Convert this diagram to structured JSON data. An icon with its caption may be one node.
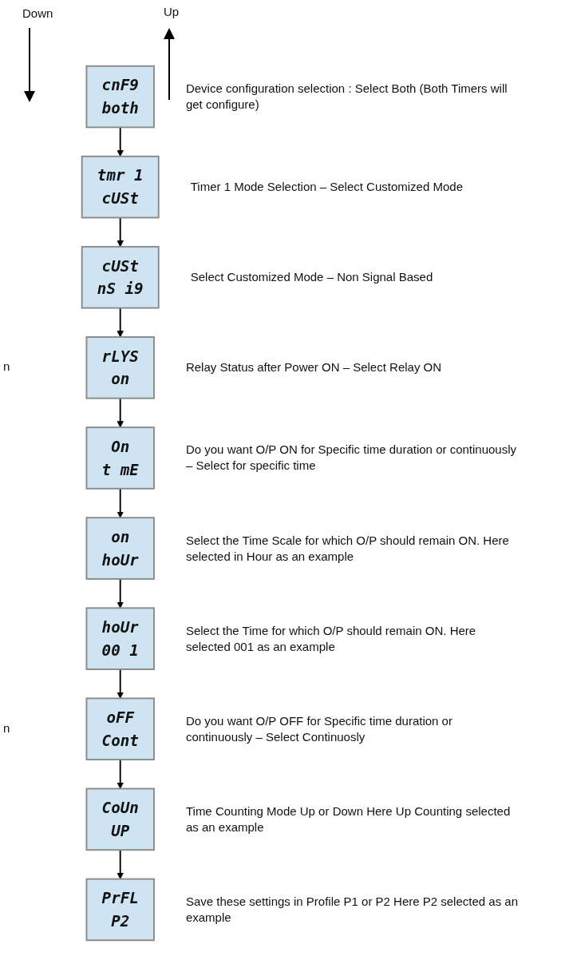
{
  "diagram": {
    "nodes": [
      {
        "text": [
          "cnF9",
          "both"
        ],
        "beside": [
          "Device configuration selection : Select Both (Both Timers will get configure)"
        ]
      },
      {
        "text": [
          "tmr 1",
          "cUSt"
        ],
        "beside": [
          "Timer 1 Mode Selection – Select Customized Mode"
        ]
      },
      {
        "text": [
          "cUSt",
          "nS i9"
        ],
        "beside": [
          "Select Customized Mode – Non Signal Based"
        ]
      },
      {
        "text": [
          "rLYS",
          "on"
        ],
        "beside": [
          "Relay Status after Power ON – Select Relay ON"
        ]
      },
      {
        "text": [
          "On",
          "t mE"
        ],
        "beside": [
          "Do you want O/P ON for Specific time duration or continuously – Select for specific time"
        ]
      },
      {
        "text": [
          "on",
          "hoUr"
        ],
        "beside": [
          "Select the Time Scale for which O/P should remain ON. Here selected in Hour as an example"
        ]
      },
      {
        "text": [
          "hoUr",
          "00 1"
        ],
        "beside": [
          "Select the Time for which O/P should remain ON. Here selected  001 as an example"
        ]
      },
      {
        "text": [
          "oFF",
          "Cont"
        ],
        "beside": [
          "Do you want O/P OFF for Specific time duration or continuously – Select Continuosly"
        ]
      },
      {
        "text": [
          "CoUn",
          "UP"
        ],
        "beside": [
          "Time Counting Mode Up or Down Here Up Counting selected as an example"
        ]
      },
      {
        "text": [
          "PrFL",
          "P2"
        ],
        "beside": [
          "Save these settings in Profile P1 or P2 Here P2 selected as an example"
        ]
      }
    ],
    "edges": [
      {
        "from": 0,
        "to": 1,
        "arrow": "to"
      },
      {
        "from": 1,
        "to": 2,
        "arrow": "to"
      },
      {
        "from": 2,
        "to": 3,
        "arrow": "to"
      },
      {
        "from": 3,
        "to": 4,
        "arrow": "to"
      },
      {
        "from": 4,
        "to": 5,
        "arrow": "to"
      },
      {
        "from": 5,
        "to": 6,
        "arrow": "to"
      },
      {
        "from": 6,
        "to": 7,
        "arrow": "to"
      },
      {
        "from": 7,
        "to": 8,
        "arrow": "to"
      },
      {
        "from": 8,
        "to": 9,
        "arrow": "to"
      }
    ],
    "labels": [
      "Down",
      "Up",
      "n",
      "n"
    ]
  }
}
